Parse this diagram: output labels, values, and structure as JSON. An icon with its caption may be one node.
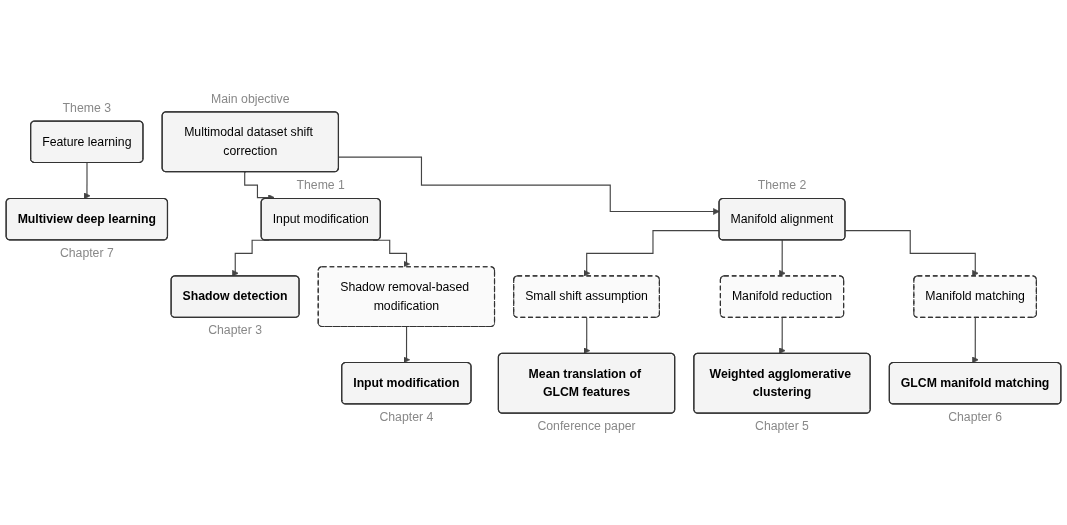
{
  "diagram": {
    "nodes": [
      {
        "text": [
          "Multimodal dataset shift correction"
        ],
        "beside": [
          "Main objective"
        ]
      },
      {
        "text": [
          "Input modification"
        ],
        "beside": [
          "Theme 1"
        ]
      },
      {
        "text": [
          "Manifold alignment"
        ],
        "beside": [
          "Theme 2"
        ]
      },
      {
        "text": [
          "Feature learning"
        ],
        "beside": [
          "Theme 3"
        ]
      },
      {
        "text": [
          "Multiview deep learning"
        ],
        "beside": [
          "Chapter 7"
        ]
      },
      {
        "text": [
          "Shadow detection"
        ],
        "beside": [
          "Chapter 3"
        ]
      },
      {
        "text": [
          "Shadow removal-based modification"
        ]
      },
      {
        "text": [
          "Small shift assumption"
        ]
      },
      {
        "text": [
          "Manifold reduction"
        ]
      },
      {
        "text": [
          "Manifold matching"
        ]
      },
      {
        "text": [
          "Mean translation of GLCM features"
        ],
        "beside": [
          "Conference paper"
        ]
      },
      {
        "text": [
          "GLCM manifold matching"
        ],
        "beside": [
          "Chapter 6"
        ]
      },
      {
        "text": [
          "Input modification"
        ],
        "beside": [
          "Chapter 4"
        ]
      },
      {
        "text": [
          "Weighted agglomerative clustering"
        ],
        "beside": [
          "Chapter 5"
        ]
      }
    ],
    "edges": [
      {
        "from": 0,
        "to": 1,
        "arrow": "to"
      },
      {
        "from": 0,
        "to": 2,
        "arrow": "to"
      },
      {
        "from": 3,
        "to": 4,
        "arrow": "to"
      },
      {
        "from": 1,
        "to": 5,
        "arrow": "to"
      },
      {
        "from": 1,
        "to": 6,
        "arrow": "to"
      },
      {
        "from": 2,
        "to": 7,
        "arrow": "to"
      },
      {
        "from": 2,
        "to": 8,
        "arrow": "to"
      },
      {
        "from": 2,
        "to": 9,
        "arrow": "to"
      },
      {
        "from": 7,
        "to": 10,
        "arrow": "to"
      },
      {
        "from": 9,
        "to": 11,
        "arrow": "to"
      },
      {
        "from": 6,
        "to": 12,
        "arrow": "to"
      },
      {
        "from": 8,
        "to": 13,
        "arrow": "to"
      }
    ]
  }
}
